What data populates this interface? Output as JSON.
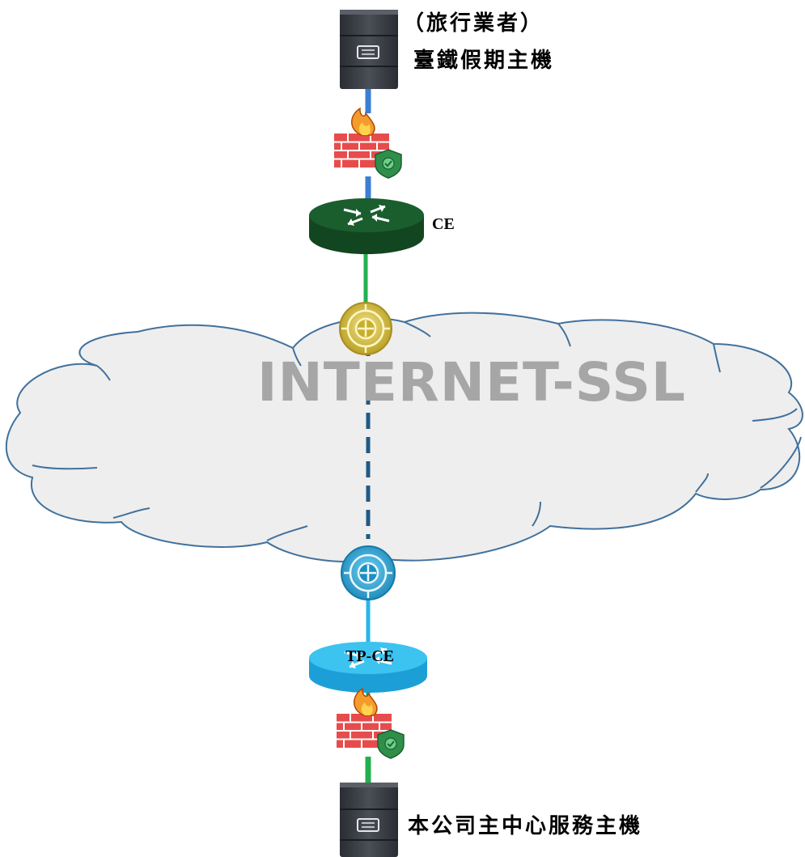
{
  "top_site": {
    "category": "（旅行業者）",
    "server_name": "臺鐵假期主機"
  },
  "top_router": {
    "label": "CE"
  },
  "cloud": {
    "label": "INTERNET-SSL"
  },
  "bottom_router": {
    "label": "TP-CE"
  },
  "bottom_site": {
    "server_name": "本公司主中心服務主機"
  },
  "colors": {
    "top_link": "#3a7fd4",
    "green_link": "#22b04c",
    "tunnel": "#1f5a84",
    "cyan_link": "#29b6e8",
    "top_router": "#1b5e2e",
    "bottom_router": "#29b6e8",
    "cloud_fill": "#eeeeee",
    "cloud_stroke": "#41719c"
  }
}
